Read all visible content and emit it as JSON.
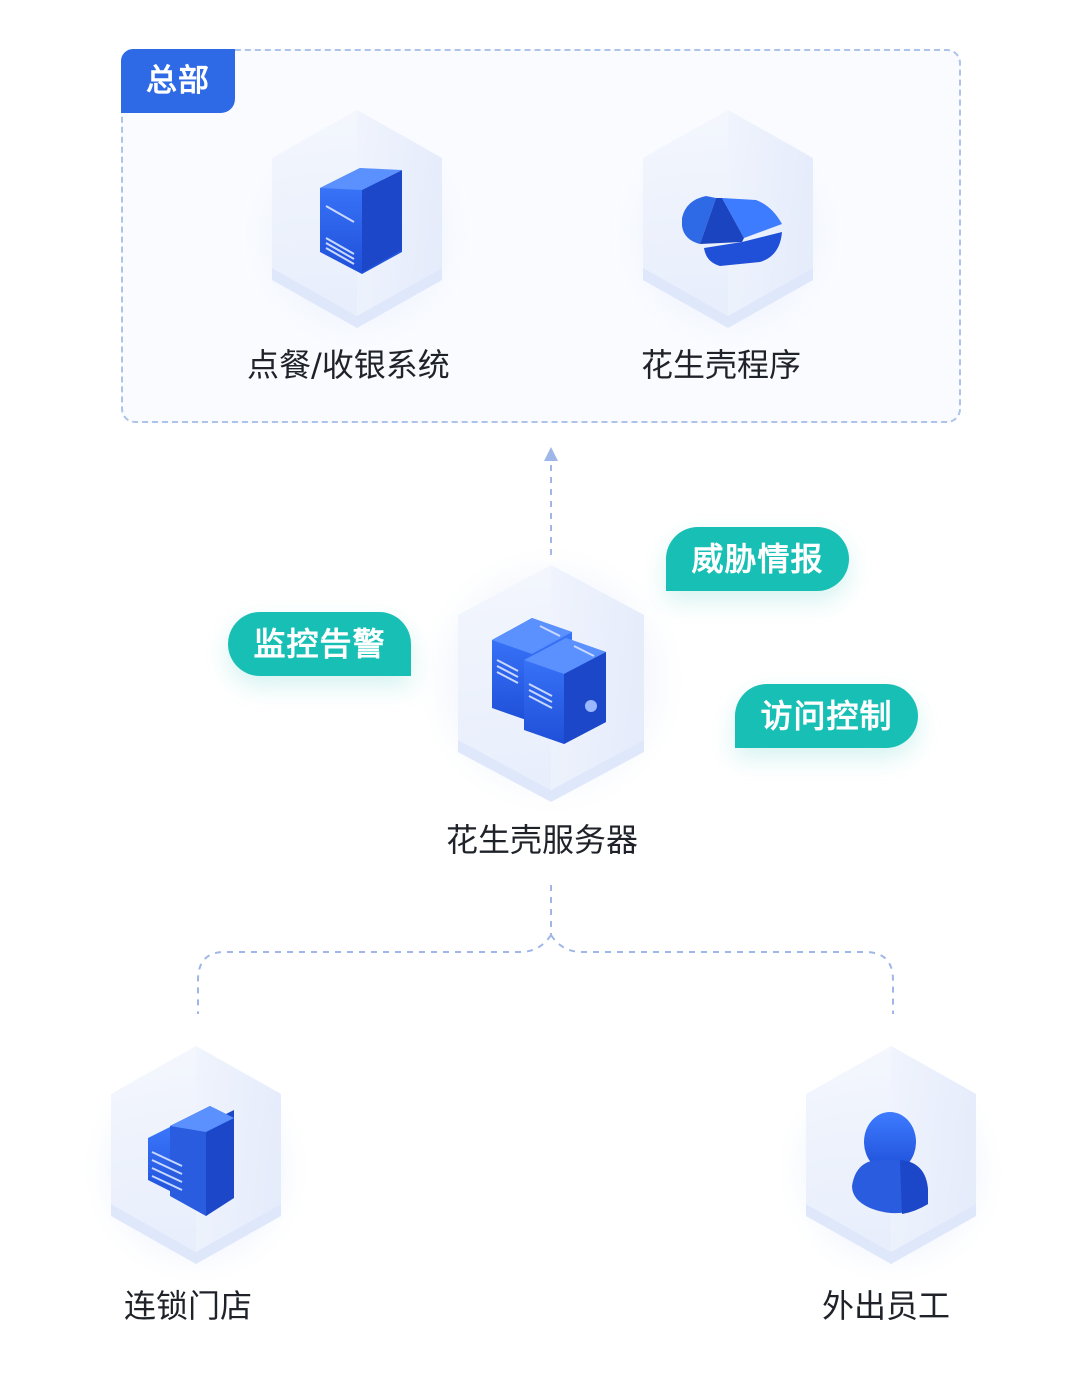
{
  "hq": {
    "tab_label": "总部",
    "nodes": [
      {
        "label": "点餐/收银系统",
        "icon": "tower-server-icon"
      },
      {
        "label": "花生壳程序",
        "icon": "peanut-shell-logo-icon"
      }
    ]
  },
  "server": {
    "label": "花生壳服务器",
    "icon": "server-rack-icon",
    "features": {
      "threat_intel": "威胁情报",
      "monitor_alert": "监控告警",
      "access_control": "访问控制"
    }
  },
  "clients": [
    {
      "label": "连锁门店",
      "icon": "store-building-icon"
    },
    {
      "label": "外出员工",
      "icon": "user-person-icon"
    }
  ],
  "colors": {
    "primary": "#2f6ae6",
    "accent_teal": "#18bfb4",
    "dashed_line": "#aec3ea",
    "panel_bg": "#f9fbff",
    "text": "#1f2329"
  }
}
